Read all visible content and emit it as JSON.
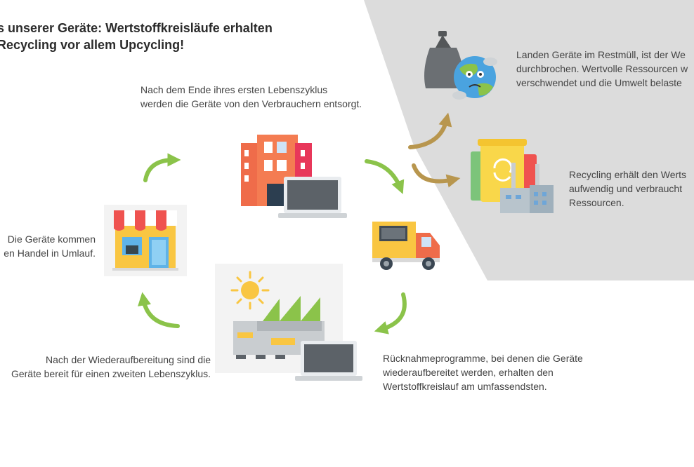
{
  "title": {
    "line1": "s unserer Geräte: Wertstoffkreisläufe erhalten",
    "line2": "Recycling vor allem Upcycling!"
  },
  "texts": {
    "disposal": [
      "Nach dem Ende ihres ersten Lebenszyklus",
      "werden die Geräte von den Verbrauchern entsorgt."
    ],
    "handel": [
      "Die Geräte kommen",
      "en Handel in Umlauf."
    ],
    "second_life": [
      "Nach der Wiederaufbereitung sind die",
      "Geräte bereit für einen zweiten Lebenszyklus."
    ],
    "takeback": [
      "Rücknahmeprogramme, bei denen die Geräte",
      "wiederaufbereitet werden, erhalten den",
      "Wertstoffkreislauf am umfassendsten."
    ],
    "restmuell": [
      "Landen Geräte im Restmüll, ist der We",
      "durchbrochen. Wertvolle Ressourcen w",
      "verschwendet und die Umwelt belaste"
    ],
    "recycling": [
      "Recycling erhält den Werts",
      "aufwendig und verbraucht",
      "Ressourcen."
    ]
  },
  "colors": {
    "cycle_arrow": "#8bc34a",
    "branch_arrow": "#b8964e",
    "side_panel": "#dcdcdc"
  }
}
